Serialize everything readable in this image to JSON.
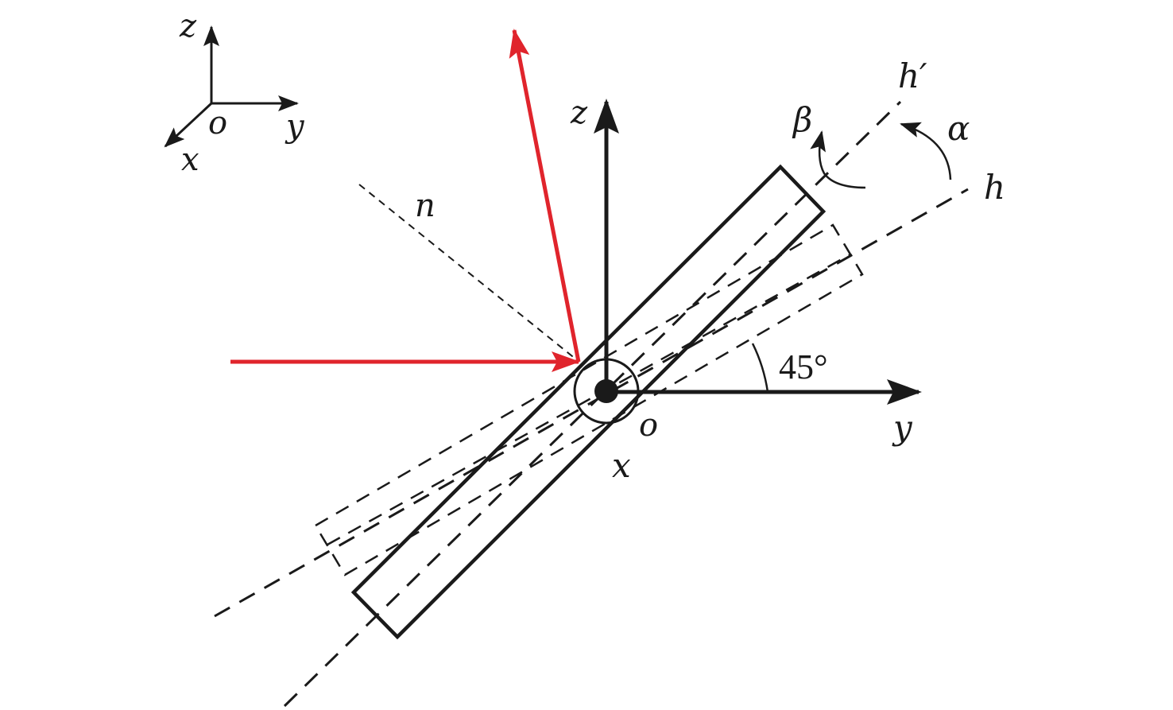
{
  "diagram": {
    "colors": {
      "line": "#1a1a1a",
      "beam": "#e0242c",
      "background": "#ffffff"
    },
    "inset_axes": {
      "z_label": "z",
      "y_label": "y",
      "x_label": "x",
      "origin_label": "o"
    },
    "main_axes": {
      "z_label": "z",
      "y_label": "y",
      "x_label": "x",
      "origin_label": "o"
    },
    "labels": {
      "normal": "n",
      "h": "h",
      "h_prime": "h′",
      "alpha": "α",
      "beta": "β",
      "angle": "45°"
    },
    "arrows": {
      "incident_beam": "red horizontal arrow pointing to origin",
      "reflected_beam": "red arrow pointing up-left from origin",
      "rotation_alpha": "curved arrow from h toward h′",
      "rotation_beta": "curved arrow around h′ axis"
    }
  }
}
